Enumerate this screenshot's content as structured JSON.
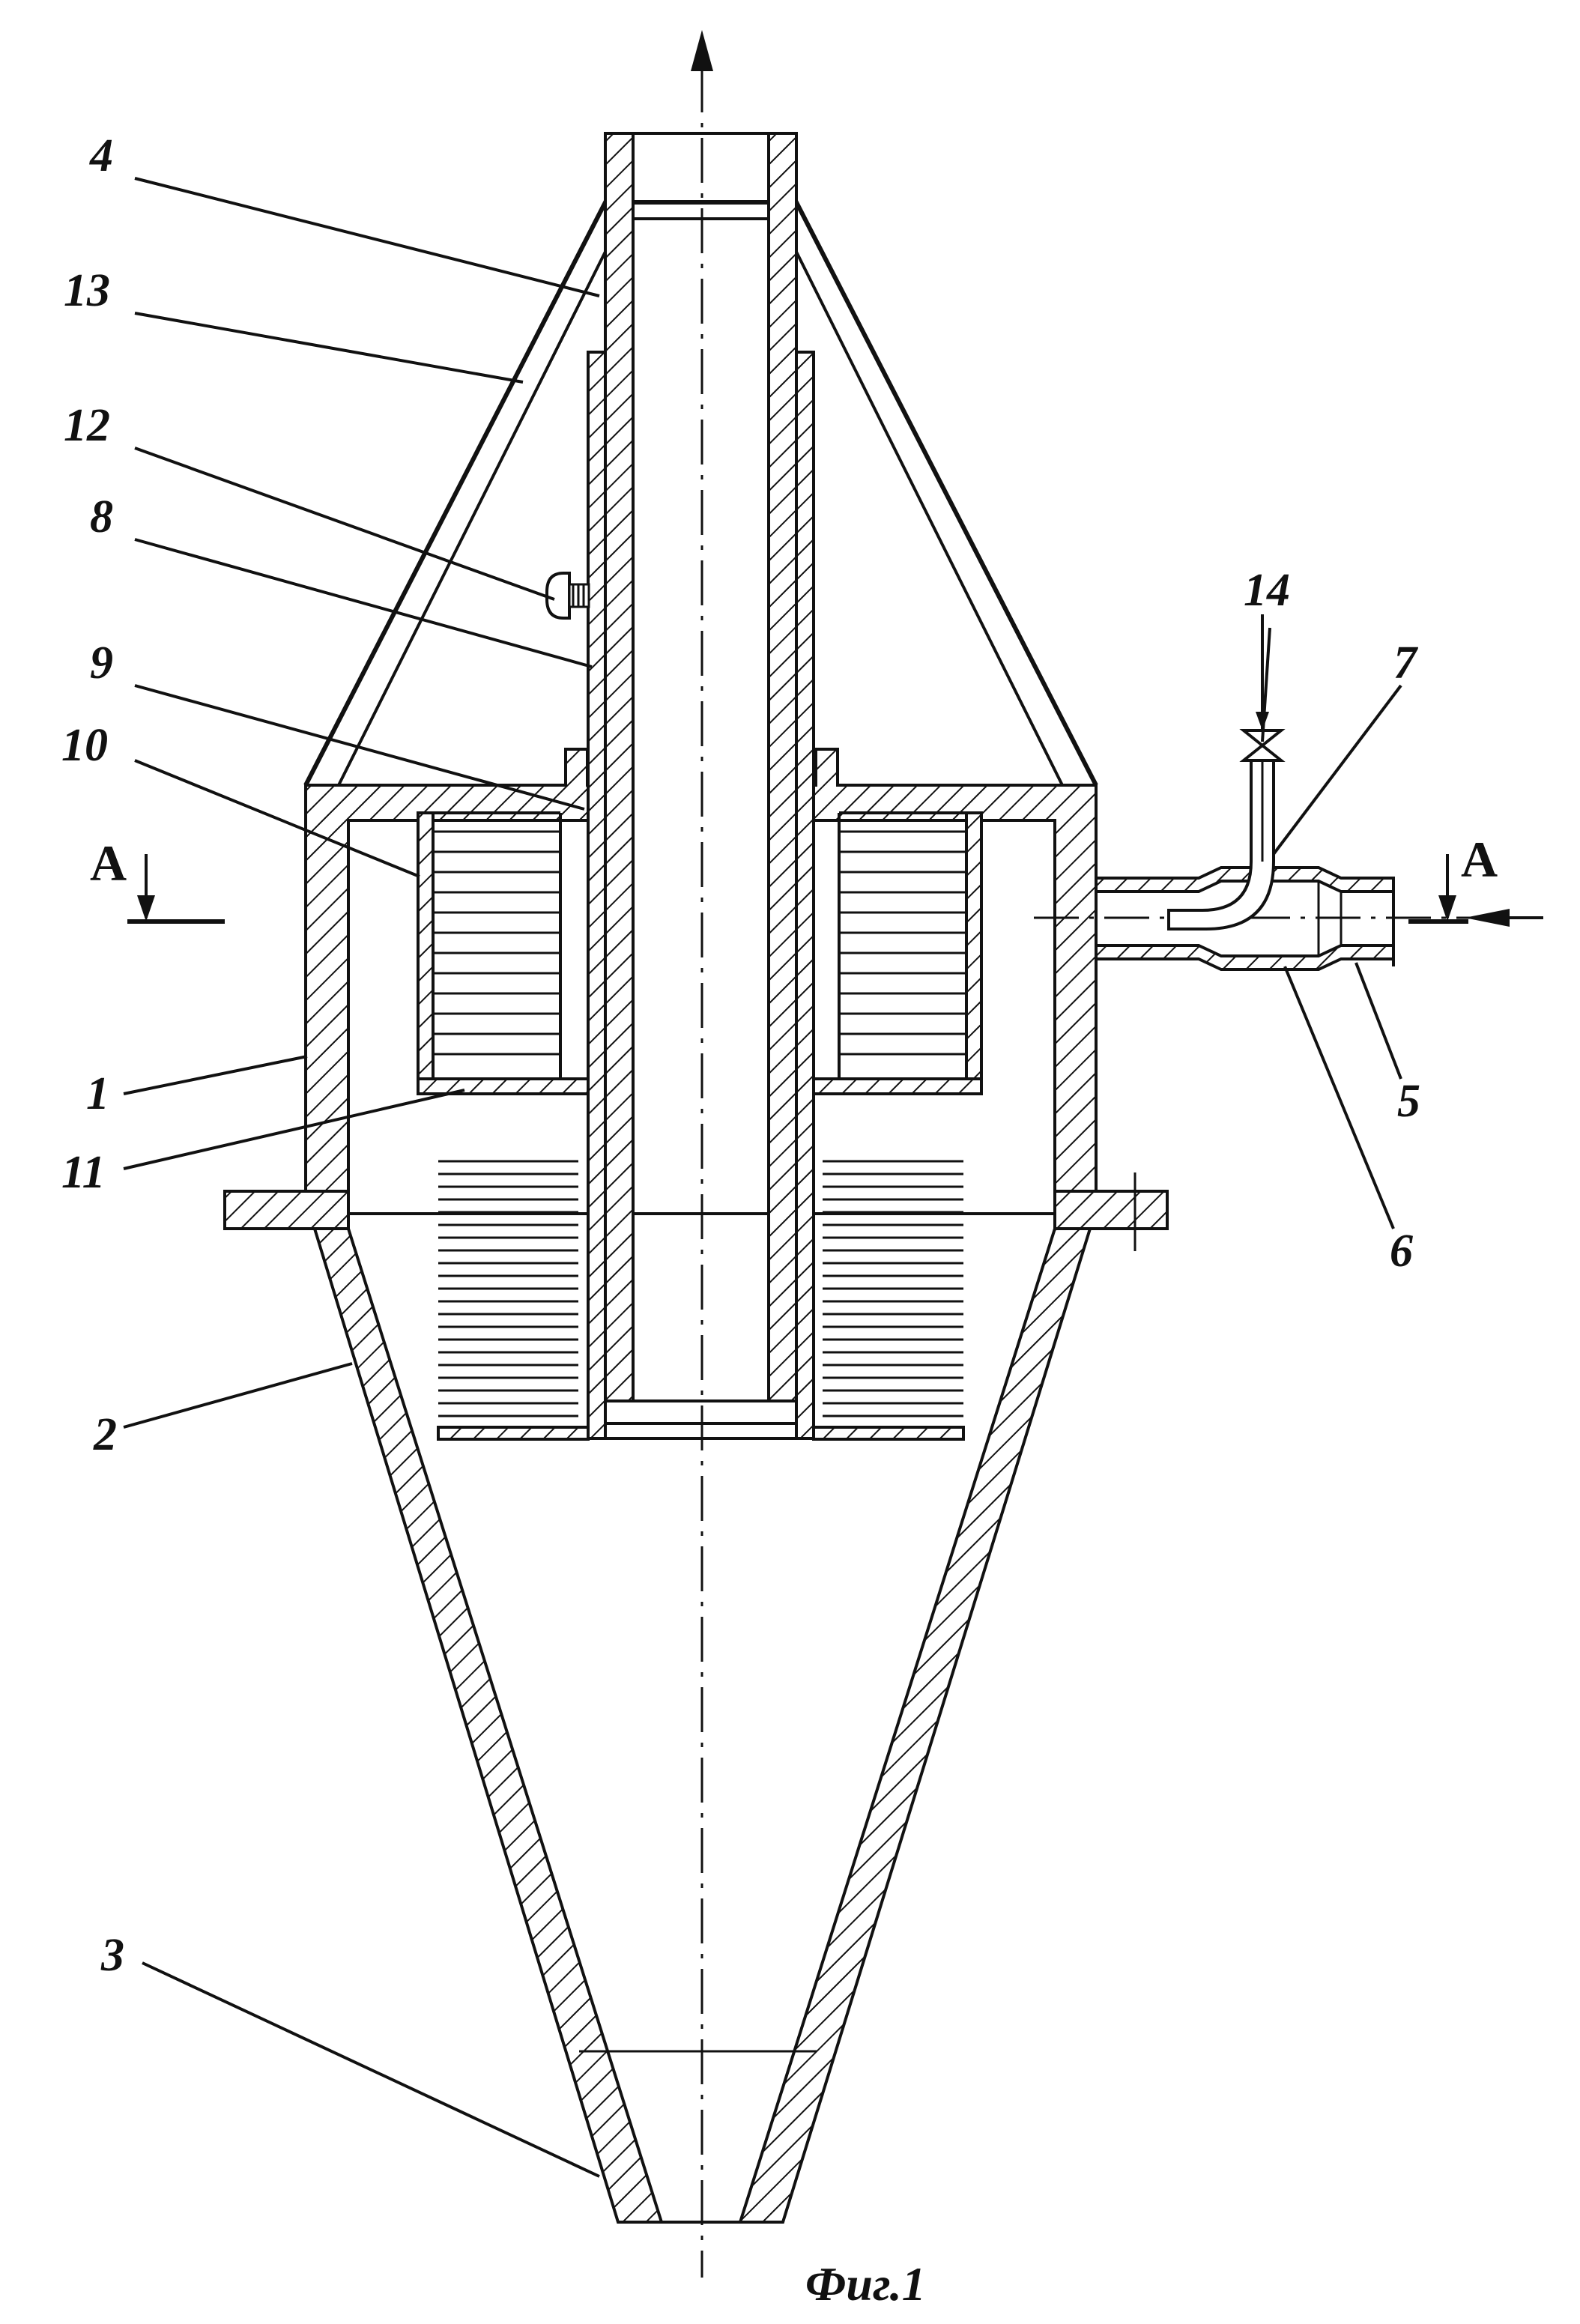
{
  "figure": {
    "caption": "Фиг.1",
    "section_mark": "A",
    "callouts": [
      {
        "id": "1",
        "text": "1"
      },
      {
        "id": "2",
        "text": "2"
      },
      {
        "id": "3",
        "text": "3"
      },
      {
        "id": "4",
        "text": "4"
      },
      {
        "id": "5",
        "text": "5"
      },
      {
        "id": "6",
        "text": "6"
      },
      {
        "id": "7",
        "text": "7"
      },
      {
        "id": "8",
        "text": "8"
      },
      {
        "id": "9",
        "text": "9"
      },
      {
        "id": "10",
        "text": "10"
      },
      {
        "id": "11",
        "text": "11"
      },
      {
        "id": "12",
        "text": "12"
      },
      {
        "id": "13",
        "text": "13"
      },
      {
        "id": "14",
        "text": "14"
      }
    ]
  }
}
